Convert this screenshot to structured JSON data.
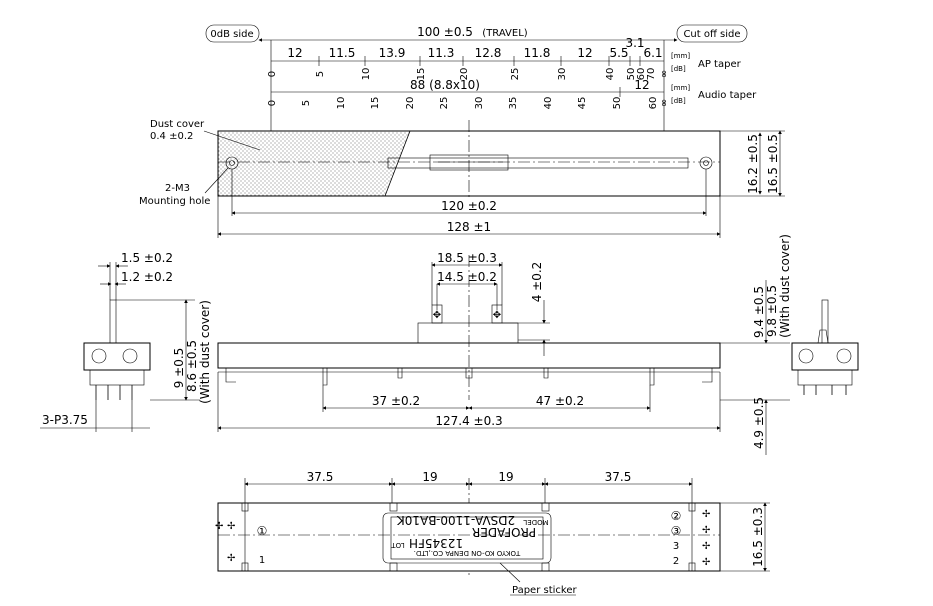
{
  "top_view": {
    "side_left": "0dB side",
    "side_right": "Cut off side",
    "travel": "100 ±0.5",
    "travel_suffix": "(TRAVEL)",
    "ap_mm": [
      "12",
      "11.5",
      "13.9",
      "11.3",
      "12.8",
      "11.8",
      "12",
      "5.5",
      "6.1"
    ],
    "ap_mm_extra": "3.1",
    "ap_db": [
      "0",
      "5",
      "10",
      "15",
      "20",
      "25",
      "30",
      "40",
      "50",
      "60",
      "70",
      "∞"
    ],
    "unit_mm": "[mm]",
    "unit_db": "[dB]",
    "ap_taper_label": "AP taper",
    "audio_mm_left": "88 (8.8x10)",
    "audio_mm_right": "12",
    "audio_db": [
      "0",
      "5",
      "10",
      "15",
      "20",
      "25",
      "30",
      "35",
      "40",
      "45",
      "50",
      "60",
      "∞"
    ],
    "audio_taper_label": "Audio taper",
    "dust_cover_label": "Dust cover",
    "dust_cover_value": "0.4 ±0.2",
    "mount_label": "2-M3",
    "mount_hole_label": "Mounting hole",
    "dim_120": "120 ±0.2",
    "dim_128": "128 ±1",
    "dim_16_2": "16.2 ±0.5",
    "dim_16_5": "16.5 ±0.5"
  },
  "side_view": {
    "dim_1_5": "1.5 ±0.2",
    "dim_1_2": "1.2 ±0.2",
    "dim_3p": "3-P3.75",
    "dim_9": "9 ±0.5",
    "dim_8_6": "8.6 ±0.5",
    "with_dust_cover": "(With dust cover)",
    "dim_18_5": "18.5 ±0.3",
    "dim_14_5": "14.5 ±0.2",
    "dim_4": "4 ±0.2",
    "dim_37": "37 ±0.2",
    "dim_47": "47 ±0.2",
    "dim_127_4": "127.4 ±0.3",
    "dim_9_4": "9.4 ±0.5",
    "dim_9_8": "9.8 ±0.5",
    "dim_4_9": "4.9 ±0.5"
  },
  "bottom_view": {
    "seg": [
      "37.5",
      "19",
      "19",
      "37.5"
    ],
    "dim_16_5": "16.5 ±0.3",
    "pin_circ_1": "①",
    "pin_circ_2": "②",
    "pin_circ_3": "③",
    "pin_1": "1",
    "pin_3": "3",
    "pin_2": "2",
    "sticker_model": "2DSVA-1100-BA10K",
    "sticker_brand": "PROFADER",
    "sticker_lot": "12345FH",
    "sticker_maker": "TOKYO KO-ON DENPA CO.,LTD.",
    "sticker_model_tag": "MODEL",
    "sticker_lot_tag": "LOT",
    "paper_sticker": "Paper sticker"
  }
}
